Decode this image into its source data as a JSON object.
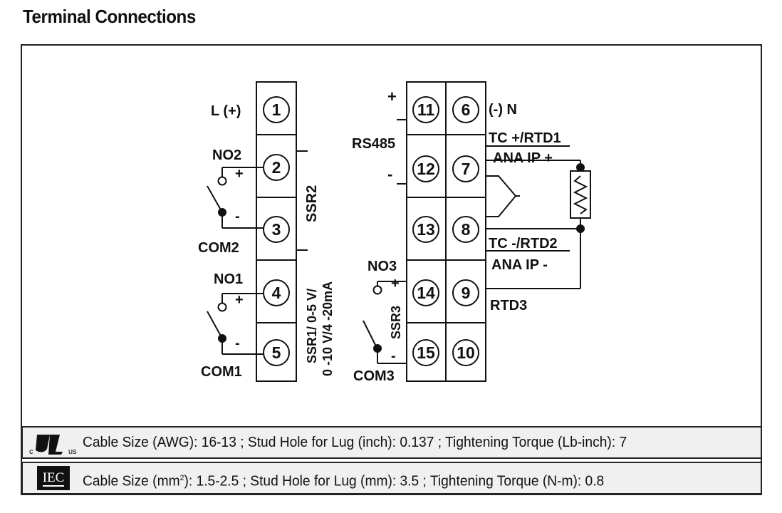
{
  "title": "Terminal Connections",
  "left_block": {
    "terminals": [
      "1",
      "2",
      "3",
      "4",
      "5"
    ],
    "labels": {
      "l_plus": "L (+)",
      "no2": "NO2",
      "com2": "COM2",
      "no1": "NO1",
      "com1": "COM1",
      "plus": "+",
      "minus": "-"
    },
    "ssr2": "SSR2",
    "ssr1_line1": "SSR1/ 0-5 V/",
    "ssr1_line2": "0 -10 V/4 -20mA"
  },
  "right_block": {
    "left_column": [
      "11",
      "12",
      "13",
      "14",
      "15"
    ],
    "right_column": [
      "6",
      "7",
      "8",
      "9",
      "10"
    ],
    "labels": {
      "rs485": "RS485",
      "plus": "+",
      "minus": "-",
      "neutral": "(-) N",
      "tc_plus": "TC +/RTD1",
      "ana_ip_plus": "ANA IP  +",
      "tc_minus": "TC -/RTD2",
      "ana_ip_minus": "ANA IP  -",
      "rtd3": "RTD3",
      "no3": "NO3",
      "com3": "COM3",
      "ssr3": "SSR3"
    }
  },
  "specs": {
    "ul": {
      "logo_c": "c",
      "logo_us": "us",
      "text": "Cable Size (AWG): 16-13 ; Stud Hole for Lug (inch): 0.137 ; Tightening Torque (Lb-inch): 7"
    },
    "iec": {
      "logo": "IEC",
      "text_pre": "Cable Size (mm",
      "text_sup": "2",
      "text_post": "): 1.5-2.5 ; Stud Hole for Lug (mm): 3.5 ; Tightening Torque (N-m): 0.8"
    }
  }
}
